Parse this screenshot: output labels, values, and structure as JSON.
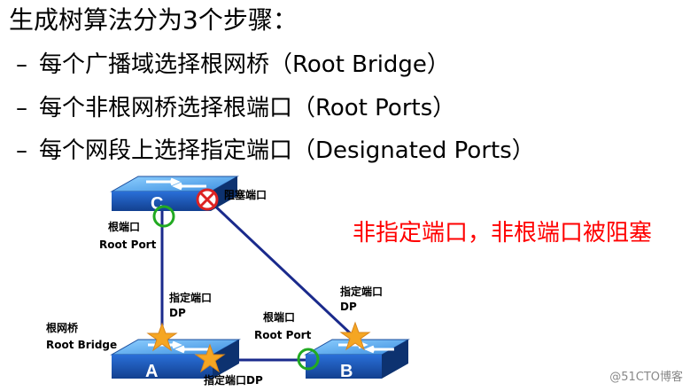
{
  "title": "生成树算法分为3个步骤：",
  "bullets": [
    {
      "dash": "–",
      "text": "每个广播域选择根网桥（Root  Bridge）"
    },
    {
      "dash": "–",
      "text": "每个非根网桥选择根端口（Root  Ports）"
    },
    {
      "dash": "–",
      "text": "每个网段上选择指定端口（Designated  Ports）"
    }
  ],
  "note": "非指定端口，非根端口被阻塞",
  "diagram": {
    "switches": [
      {
        "id": "C",
        "label": "C"
      },
      {
        "id": "A",
        "label": "A"
      },
      {
        "id": "B",
        "label": "B"
      }
    ],
    "labels": {
      "blocked_port": "阻塞端口",
      "c_root_port_cn": "根端口",
      "c_root_port_en": "Root Port",
      "a_dp_cn": "指定端口",
      "a_dp_en": "DP",
      "root_bridge_cn": "根网桥",
      "root_bridge_en": "Root Bridge",
      "b_root_port_cn": "根端口",
      "b_root_port_en": "Root Port",
      "b_dp_cn": "指定端口",
      "b_dp_en": "DP",
      "a_bottom_dp": "指定端口DP"
    },
    "colors": {
      "link": "#1a2a8c",
      "switch_face": "#1f5fc8",
      "switch_top": "#5ab0f0",
      "root_port": "#22aa22",
      "blocked": "#dd2222",
      "designated": "#f5a623"
    }
  },
  "watermark": "@51CTO博客"
}
